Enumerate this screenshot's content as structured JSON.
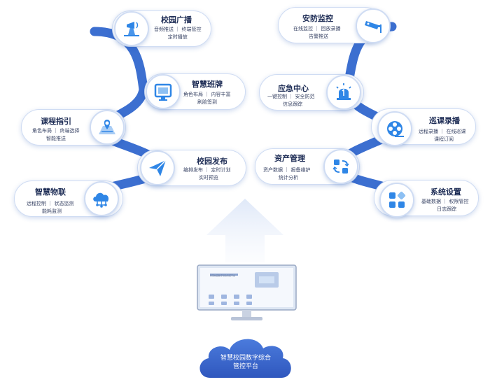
{
  "colors": {
    "branch": "#3c6fd0",
    "card_border": "#cfdcf3",
    "icon_blue": "#2f86e6",
    "cloud": "#3b62c9",
    "arrow": "#c9d8f3"
  },
  "left_nodes": [
    {
      "title": "校园广播",
      "lines": [
        "音频推送 ｜ 终端管控",
        "定时播放"
      ],
      "icon": "broadcast-speaker-icon"
    },
    {
      "title": "智慧班牌",
      "lines": [
        "角色布局 ｜ 内容丰富",
        "刷脸签到"
      ],
      "icon": "monitor-screen-icon"
    },
    {
      "title": "课程指引",
      "lines": [
        "角色布局 ｜ 终端选择",
        "智能推送"
      ],
      "icon": "map-location-icon"
    },
    {
      "title": "校园发布",
      "lines": [
        "编排发布 ｜ 定时计划",
        "实时预览"
      ],
      "icon": "paper-plane-icon"
    },
    {
      "title": "智慧物联",
      "lines": [
        "远程控制 ｜ 状态监测",
        "能耗监测"
      ],
      "icon": "cloud-network-icon"
    }
  ],
  "right_nodes": [
    {
      "title": "安防监控",
      "lines": [
        "在线监控 ｜ 回放录播",
        "告警推送"
      ],
      "icon": "security-camera-icon"
    },
    {
      "title": "应急中心",
      "lines": [
        "一键控制 ｜ 安全防范",
        "信息跟踪"
      ],
      "icon": "alarm-siren-icon"
    },
    {
      "title": "巡课录播",
      "lines": [
        "远程录播 ｜ 在线巡课",
        "课程订阅"
      ],
      "icon": "film-reel-icon"
    },
    {
      "title": "资产管理",
      "lines": [
        "资产数据 ｜ 报备维护",
        "统计分析"
      ],
      "icon": "refresh-grid-icon"
    },
    {
      "title": "系统设置",
      "lines": [
        "基础数据 ｜ 权限管控",
        "日志跟踪"
      ],
      "icon": "app-grid-icon"
    }
  ],
  "platform": {
    "lines": [
      "智慧校园数字综合",
      "管控平台"
    ]
  },
  "monitor_screen": {
    "title": "智慧校园数字综合管控平台"
  }
}
